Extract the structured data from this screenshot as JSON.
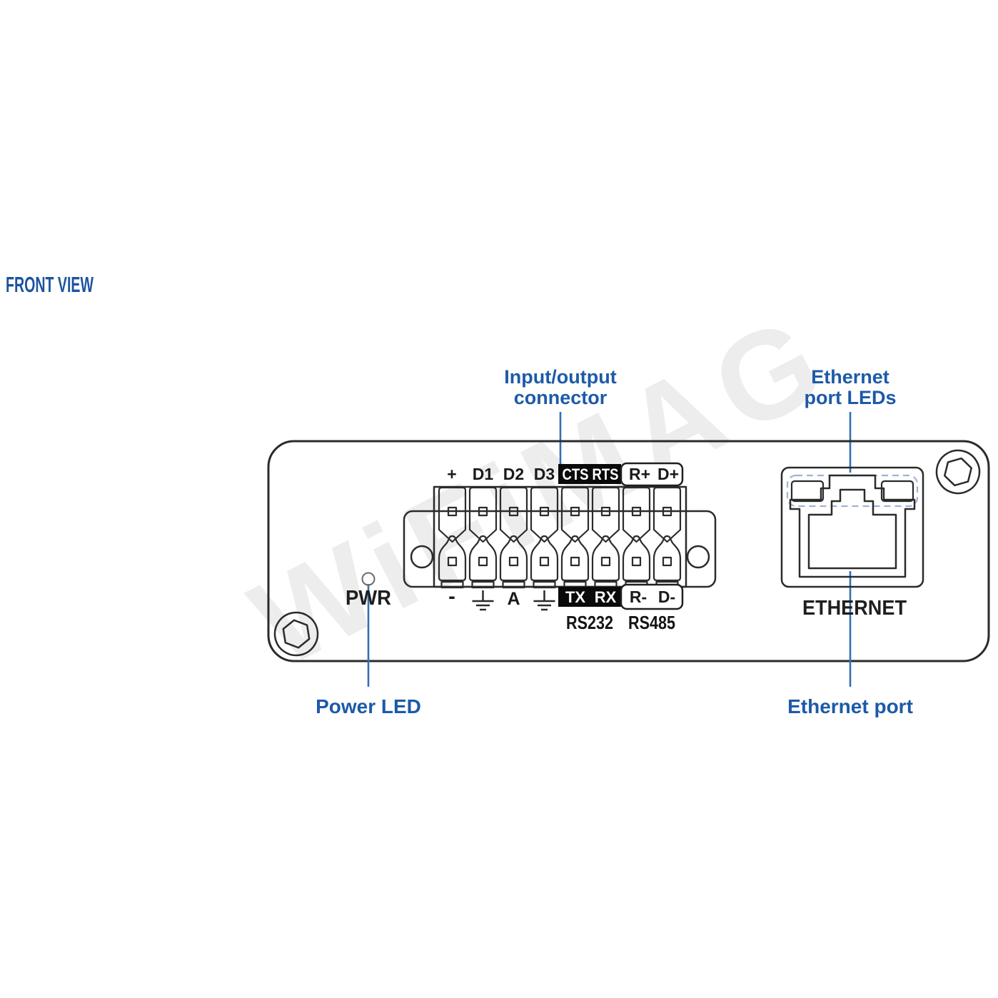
{
  "title": "FRONT VIEW",
  "watermark": "WiFiMAG",
  "callouts": {
    "io_line1": "Input/output",
    "io_line2": "connector",
    "leds_line1": "Ethernet",
    "leds_line2": "port LEDs",
    "power_led": "Power LED",
    "ethernet_port": "Ethernet port"
  },
  "panel": {
    "pwr": "PWR",
    "ethernet": "ETHERNET"
  },
  "connector": {
    "top_plain": [
      "+",
      "D1",
      "D2",
      "D3"
    ],
    "top_inverted": [
      "CTS",
      "RTS"
    ],
    "top_boxed": [
      "R+",
      "D+"
    ],
    "bottom_plain": [
      "-",
      "A"
    ],
    "bottom_inverted": [
      "TX",
      "RX"
    ],
    "bottom_boxed": [
      "R-",
      "D-"
    ],
    "serial": [
      "RS232",
      "RS485"
    ]
  },
  "colors": {
    "heading_blue": "#1c549e",
    "label_blue": "#1d5aa8",
    "leader_blue": "#3470b2",
    "line_dark": "#2b2b2b",
    "inverted_box_black": "#0a0a0a",
    "led_dash_blue": "#9fb3d4",
    "watermark_gray": "#ededed"
  }
}
